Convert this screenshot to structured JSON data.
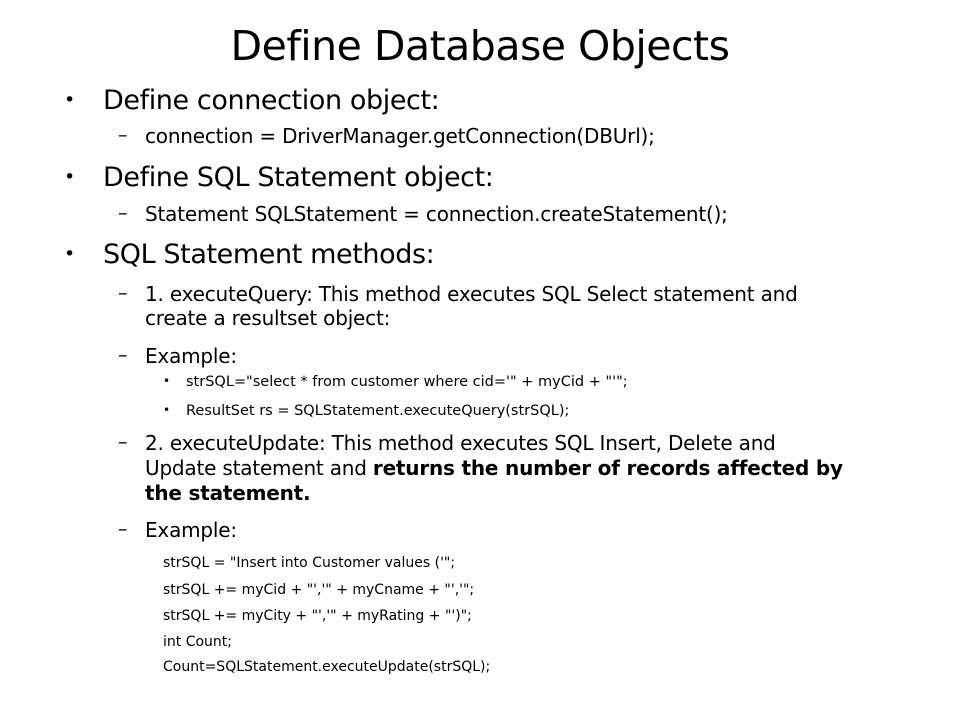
{
  "title": "Define Database Objects",
  "bullets": {
    "connection_heading": "Define connection object:",
    "connection_code": "connection = DriverManager.getConnection(DBUrl);",
    "statement_heading": "Define SQL Statement object:",
    "statement_code": "Statement SQLStatement = connection.createStatement();",
    "methods_heading": "SQL Statement methods:",
    "execute_query_line1": "1. executeQuery: This method executes SQL Select statement and",
    "execute_query_line2": "create a resultset object:",
    "example_label_1": "Example:",
    "example1_code_1": "strSQL=\"select  * from customer where cid='\" + myCid + \"'\";",
    "example1_code_2": "ResultSet rs = SQLStatement.executeQuery(strSQL);",
    "execute_update_line1": "2. executeUpdate: This method executes SQL Insert, Delete and",
    "execute_update_line2_normal": "Update statement and ",
    "execute_update_line2_bold": "returns the number of records affected by",
    "execute_update_line3_bold": "the statement.",
    "example_label_2": "Example:",
    "example2_code": [
      "strSQL = \"Insert into Customer values ('\";",
      "strSQL += myCid + \"','\" + myCname + \"','\";",
      "strSQL += myCity + \"','\" + myRating + \"')\";",
      "int Count;",
      "Count=SQLStatement.executeUpdate(strSQL);"
    ]
  },
  "symbols": {
    "bullet": "•",
    "dash": "–"
  }
}
